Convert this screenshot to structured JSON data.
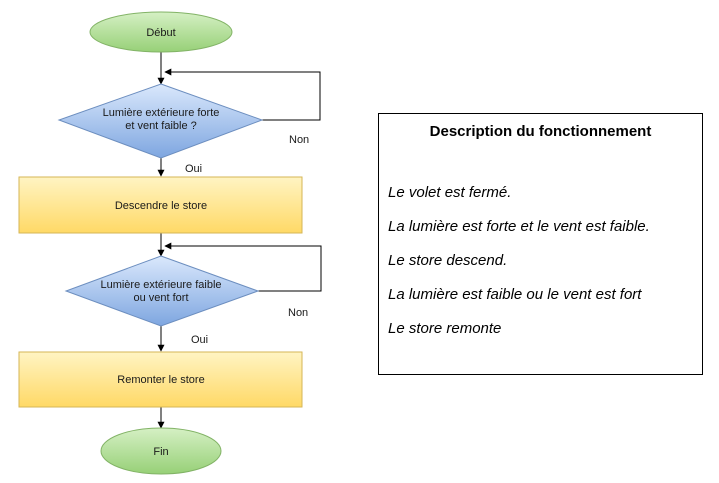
{
  "flowchart": {
    "start": {
      "label": "Début"
    },
    "decision_1": {
      "lines": [
        "Lumière extérieure forte",
        "et vent faible ?"
      ]
    },
    "decision_1_no": "Non",
    "decision_1_yes": "Oui",
    "action_1": {
      "label": "Descendre le store"
    },
    "decision_2": {
      "lines": [
        "Lumière extérieure faible",
        "ou vent fort"
      ]
    },
    "decision_2_no": "Non",
    "decision_2_yes": "Oui",
    "action_2": {
      "label": "Remonter le store"
    },
    "end": {
      "label": "Fin"
    },
    "colors": {
      "terminal_fill": "#b7e4a0",
      "terminal_stroke": "#82b366",
      "decision_fill": "#a9c4eb",
      "decision_stroke": "#6c8ebf",
      "process_fill": "#fde28a",
      "process_stroke": "#d6b656",
      "edge": "#000000"
    }
  },
  "description": {
    "title": "Description du fonctionnement",
    "steps": [
      "Le volet est fermé.",
      "La lumière est forte et le vent est faible.",
      "Le store descend.",
      "La lumière est faible ou le vent est fort",
      "Le store remonte"
    ]
  }
}
